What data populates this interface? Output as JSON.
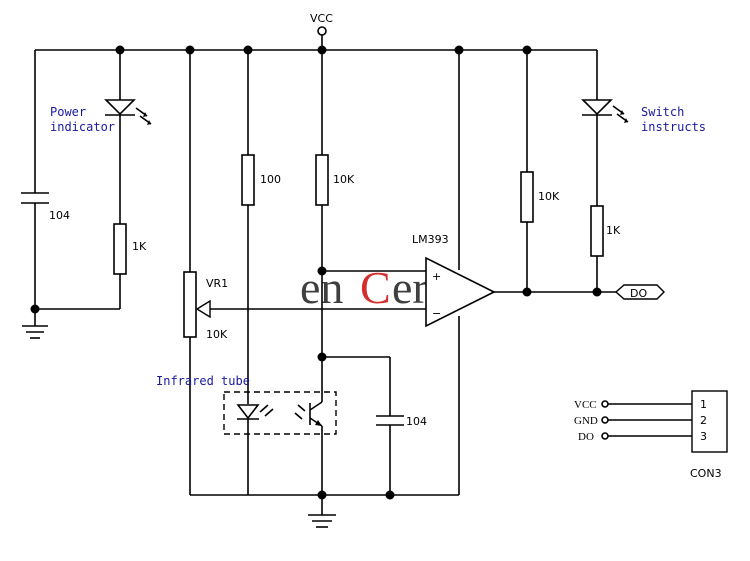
{
  "supply": {
    "vcc": "VCC"
  },
  "labels": {
    "power_indicator_1": "Power",
    "power_indicator_2": "indicator",
    "switch_instructs_1": "Switch",
    "switch_instructs_2": "instructs",
    "infrared_tube": "Infrared tube"
  },
  "components": {
    "c1": "104",
    "r_power": "1K",
    "r_100": "100",
    "r_10k_center": "10K",
    "vr1_name": "VR1",
    "vr1_value": "10K",
    "c2": "104",
    "r_10k_right": "10K",
    "r_1k_right": "1K",
    "comparator": "LM393",
    "plus": "+",
    "minus": "−",
    "output_tag": "DO"
  },
  "connector": {
    "name": "CON3",
    "pins": [
      {
        "label": "VCC",
        "number": "1"
      },
      {
        "label": "GND",
        "number": "2"
      },
      {
        "label": "DO",
        "number": "3"
      }
    ]
  },
  "watermark": {
    "part1": "en",
    "part2": "C",
    "part3": "er"
  }
}
